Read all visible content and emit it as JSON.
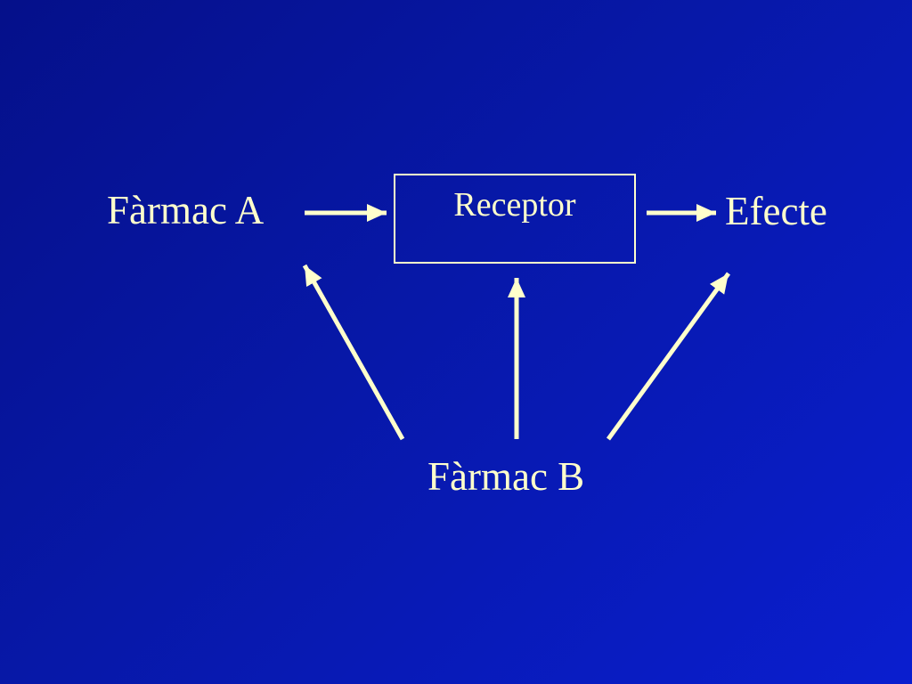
{
  "diagram": {
    "drug_a": "Fàrmac A",
    "receptor": "Receptor",
    "effect": "Efecte",
    "drug_b": "Fàrmac B"
  },
  "colors": {
    "background_start": "#05108a",
    "background_end": "#0a1ecf",
    "foreground": "#ffffcc"
  }
}
